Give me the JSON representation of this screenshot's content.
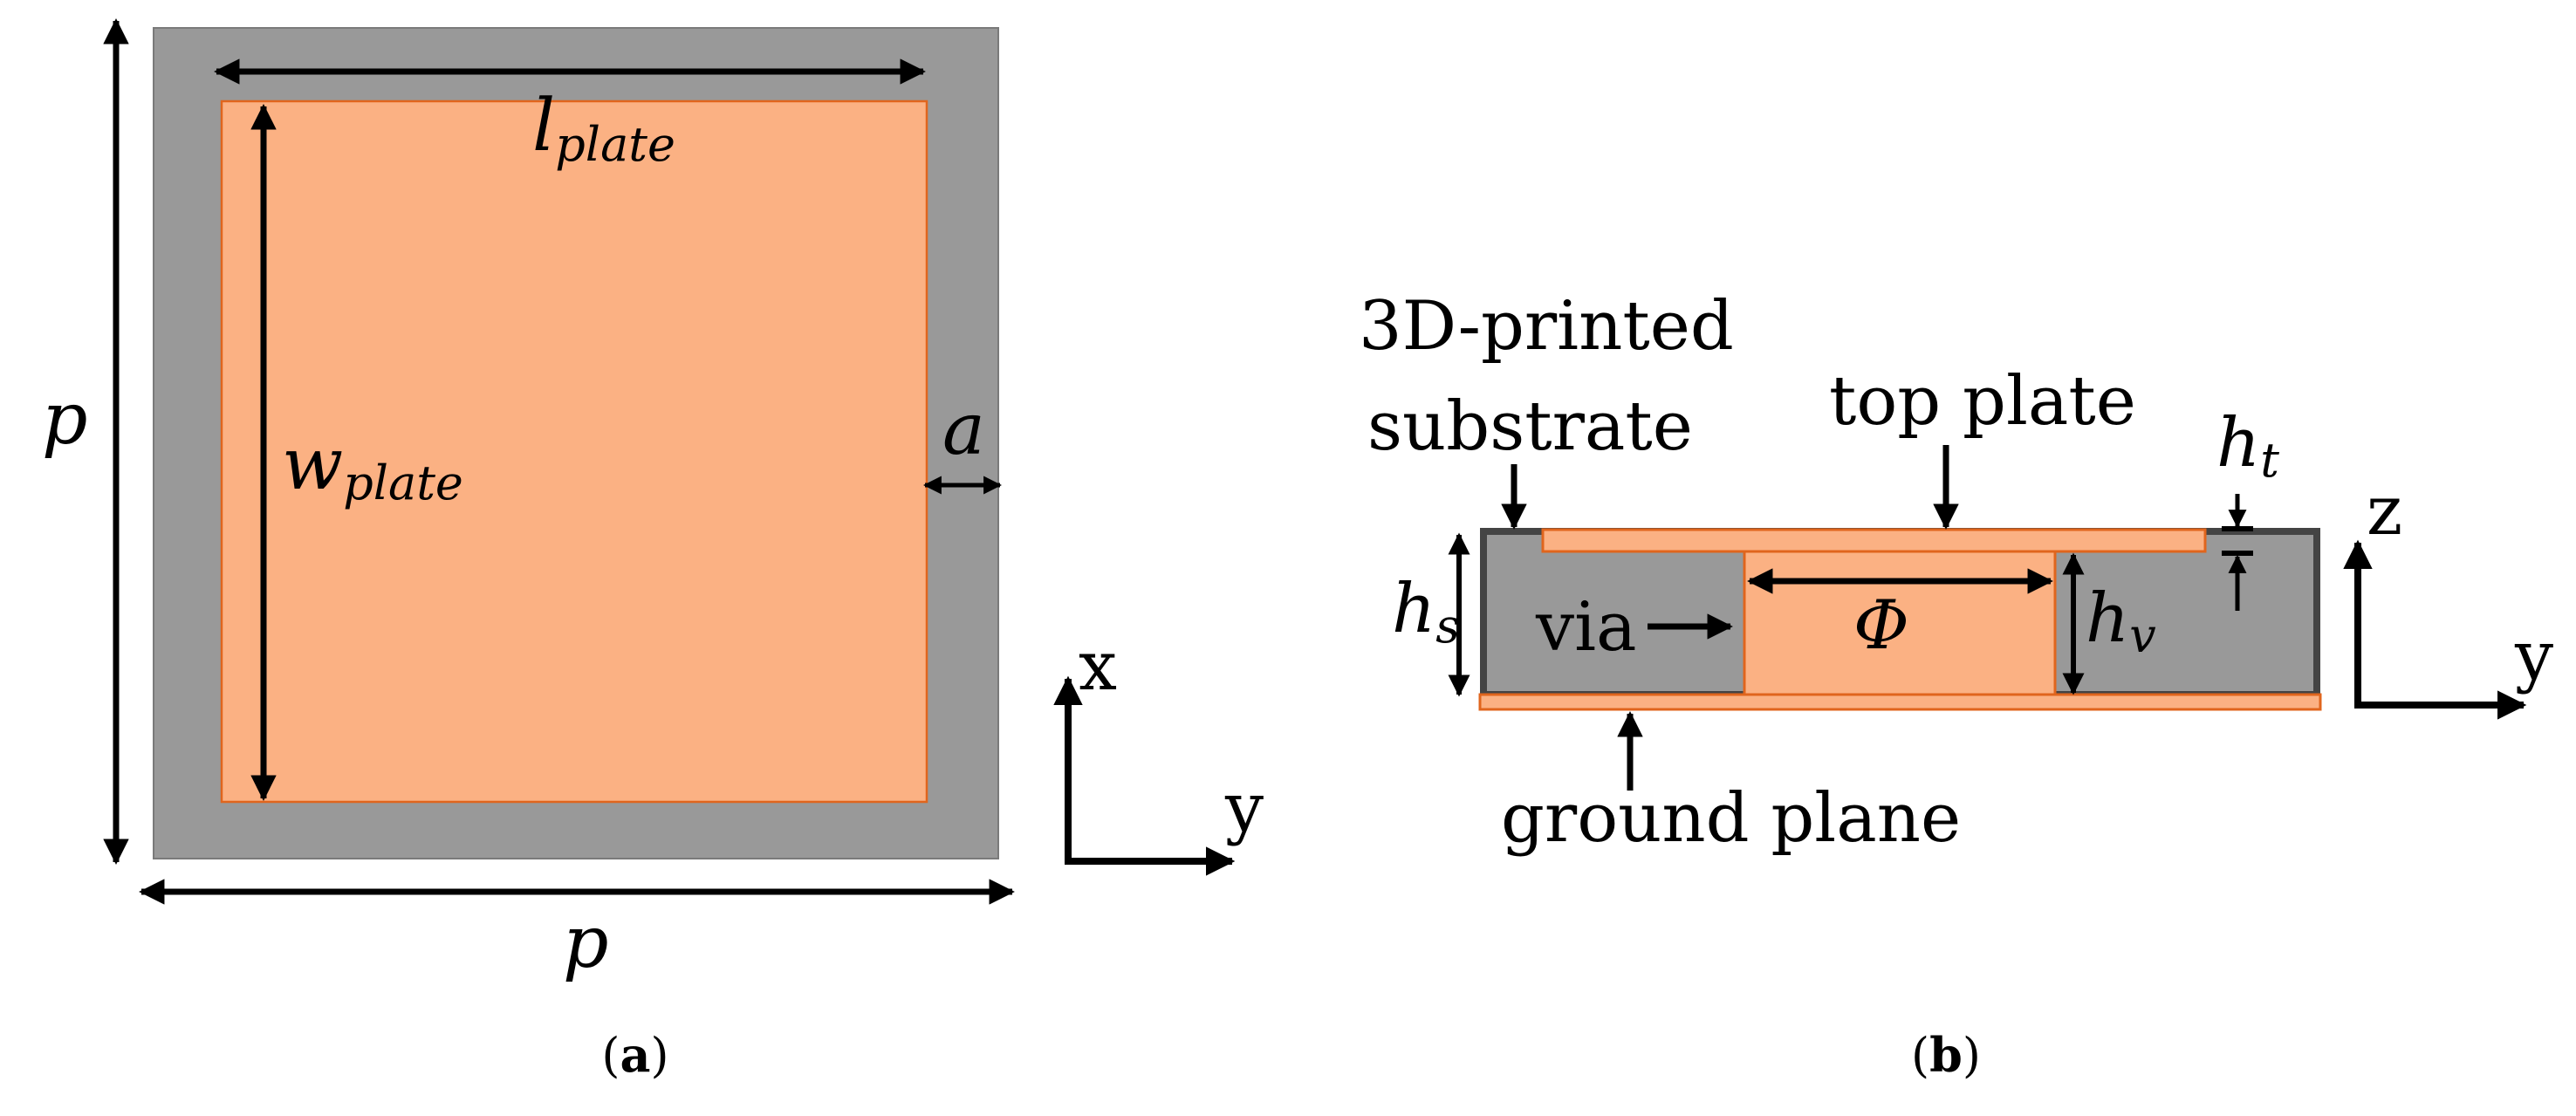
{
  "colors": {
    "substrate": "#999999",
    "copper": "#fbb183",
    "copper_edge": "#e0651d",
    "wall": "#444444",
    "ink": "#000000"
  },
  "panel_a": {
    "caption_open": "(",
    "caption_letter": "a",
    "caption_close": ")",
    "label_p_vertical": "p",
    "label_p_horizontal": "p",
    "label_l": "l",
    "label_l_sub": "plate",
    "label_w": "w",
    "label_w_sub": "plate",
    "label_a": "a",
    "axis_x": "x",
    "axis_y": "y"
  },
  "panel_b": {
    "caption_open": "(",
    "caption_letter": "b",
    "caption_close": ")",
    "substrate_line1": "3D-printed",
    "substrate_line2": "substrate",
    "top_plate": "top plate",
    "ground_plane": "ground plane",
    "via": "via",
    "phi": "Φ",
    "label_hs": "h",
    "label_hs_sub": "s",
    "label_hv": "h",
    "label_hv_sub": "v",
    "label_ht": "h",
    "label_ht_sub": "t",
    "axis_z": "z",
    "axis_y": "y"
  }
}
